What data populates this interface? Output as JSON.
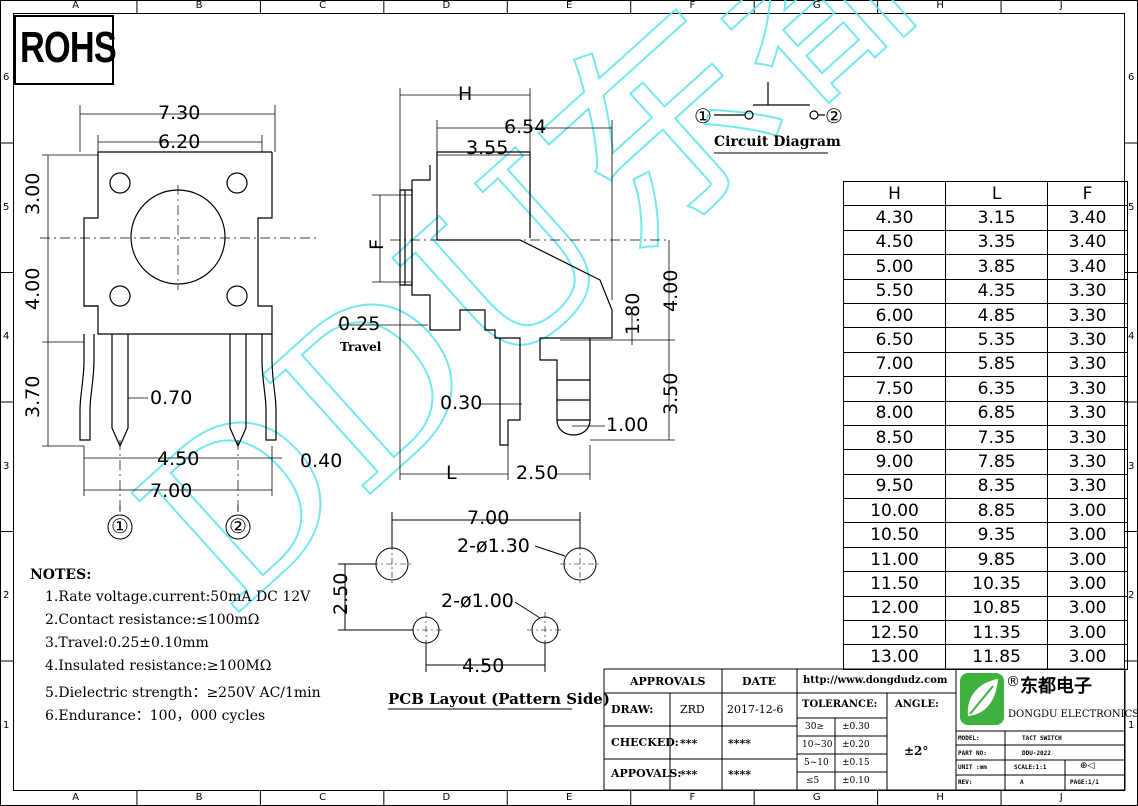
{
  "logo_text": "ROHS",
  "watermark": "DDU东都",
  "grid": {
    "columns": [
      "A",
      "B",
      "C",
      "D",
      "E",
      "F",
      "G",
      "H",
      "J"
    ],
    "rows": [
      "6",
      "5",
      "4",
      "3",
      "2",
      "1"
    ]
  },
  "front_view": {
    "dims": {
      "width_730": "7.30",
      "width_620": "6.20",
      "height_300": "3.00",
      "height_400": "4.00",
      "height_370": "3.70",
      "pin_070": "0.70",
      "pitch_450": "4.50",
      "lead_040": "0.40",
      "span_700": "7.00"
    },
    "pin1": "①",
    "pin2": "②"
  },
  "side_view": {
    "dims": {
      "H": "H",
      "d654": "6.54",
      "d355": "3.55",
      "F": "F",
      "d025": "0.25",
      "travel": "Travel",
      "d180": "1.80",
      "d400": "4.00",
      "d350": "3.50",
      "d030": "0.30",
      "d100": "1.00",
      "L": "L",
      "d250": "2.50"
    }
  },
  "circuit": {
    "pin1": "①",
    "pin2": "②",
    "title": "Circuit Diagram"
  },
  "pcb": {
    "d700": "7.00",
    "hole_large": "2-ø1.30",
    "d250": "2.50",
    "hole_small": "2-ø1.00",
    "d450": "4.50",
    "title": "PCB Layout (Pattern Side)"
  },
  "notes": {
    "title": "NOTES:",
    "items": [
      "1.Rate voltage.current:50mA DC 12V",
      "2.Contact resistance:≤100mΩ",
      "3.Travel:0.25±0.10mm",
      "4.Insulated resistance:≥100MΩ",
      "5.Dielectric strength：≥250V AC/1min",
      "6.Endurance：100，000 cycles"
    ]
  },
  "dimension_table": {
    "headers": [
      "H",
      "L",
      "F"
    ],
    "rows": [
      [
        "4.30",
        "3.15",
        "3.40"
      ],
      [
        "4.50",
        "3.35",
        "3.40"
      ],
      [
        "5.00",
        "3.85",
        "3.40"
      ],
      [
        "5.50",
        "4.35",
        "3.30"
      ],
      [
        "6.00",
        "4.85",
        "3.30"
      ],
      [
        "6.50",
        "5.35",
        "3.30"
      ],
      [
        "7.00",
        "5.85",
        "3.30"
      ],
      [
        "7.50",
        "6.35",
        "3.30"
      ],
      [
        "8.00",
        "6.85",
        "3.30"
      ],
      [
        "8.50",
        "7.35",
        "3.30"
      ],
      [
        "9.00",
        "7.85",
        "3.30"
      ],
      [
        "9.50",
        "8.35",
        "3.30"
      ],
      [
        "10.00",
        "8.85",
        "3.00"
      ],
      [
        "10.50",
        "9.35",
        "3.00"
      ],
      [
        "11.00",
        "9.85",
        "3.00"
      ],
      [
        "11.50",
        "10.35",
        "3.00"
      ],
      [
        "12.00",
        "10.85",
        "3.00"
      ],
      [
        "12.50",
        "11.35",
        "3.00"
      ],
      [
        "13.00",
        "11.85",
        "3.00"
      ]
    ]
  },
  "title_block": {
    "approvals": "APPROVALS",
    "date": "DATE",
    "url": "http://www.dongdudz.com",
    "company_cn": "东都电子",
    "company_en": "DONGDU ELECTRONICS",
    "reg_mark": "®",
    "draw_label": "DRAW:",
    "draw_by": "ZRD",
    "draw_date": "2017-12-6",
    "checked_label": "CHECKED:",
    "checked_by": "***",
    "checked_date": "****",
    "approved_label": "APPOVALS:",
    "approved_by": "***",
    "approved_date": "****",
    "tolerance_label": "TOLERANCE:",
    "angle_label": "ANGLE:",
    "angle_value": "±2°",
    "tolerances": [
      [
        "30≥",
        "±0.30"
      ],
      [
        "10~30",
        "±0.20"
      ],
      [
        "5~10",
        "±0.15"
      ],
      [
        "≤5",
        "±0.10"
      ]
    ],
    "model_label": "MODEL:",
    "model_value": "TACT SWITCH",
    "part_label": "PART NO:",
    "part_value": "DDU-2022",
    "unit_label": "UNIT :mm",
    "scale_label": "SCALE:1:1",
    "proj_symbol": "⊕◁",
    "rev_label": "REV:",
    "rev_value": "A",
    "page_label": "PAGE:1/1"
  }
}
